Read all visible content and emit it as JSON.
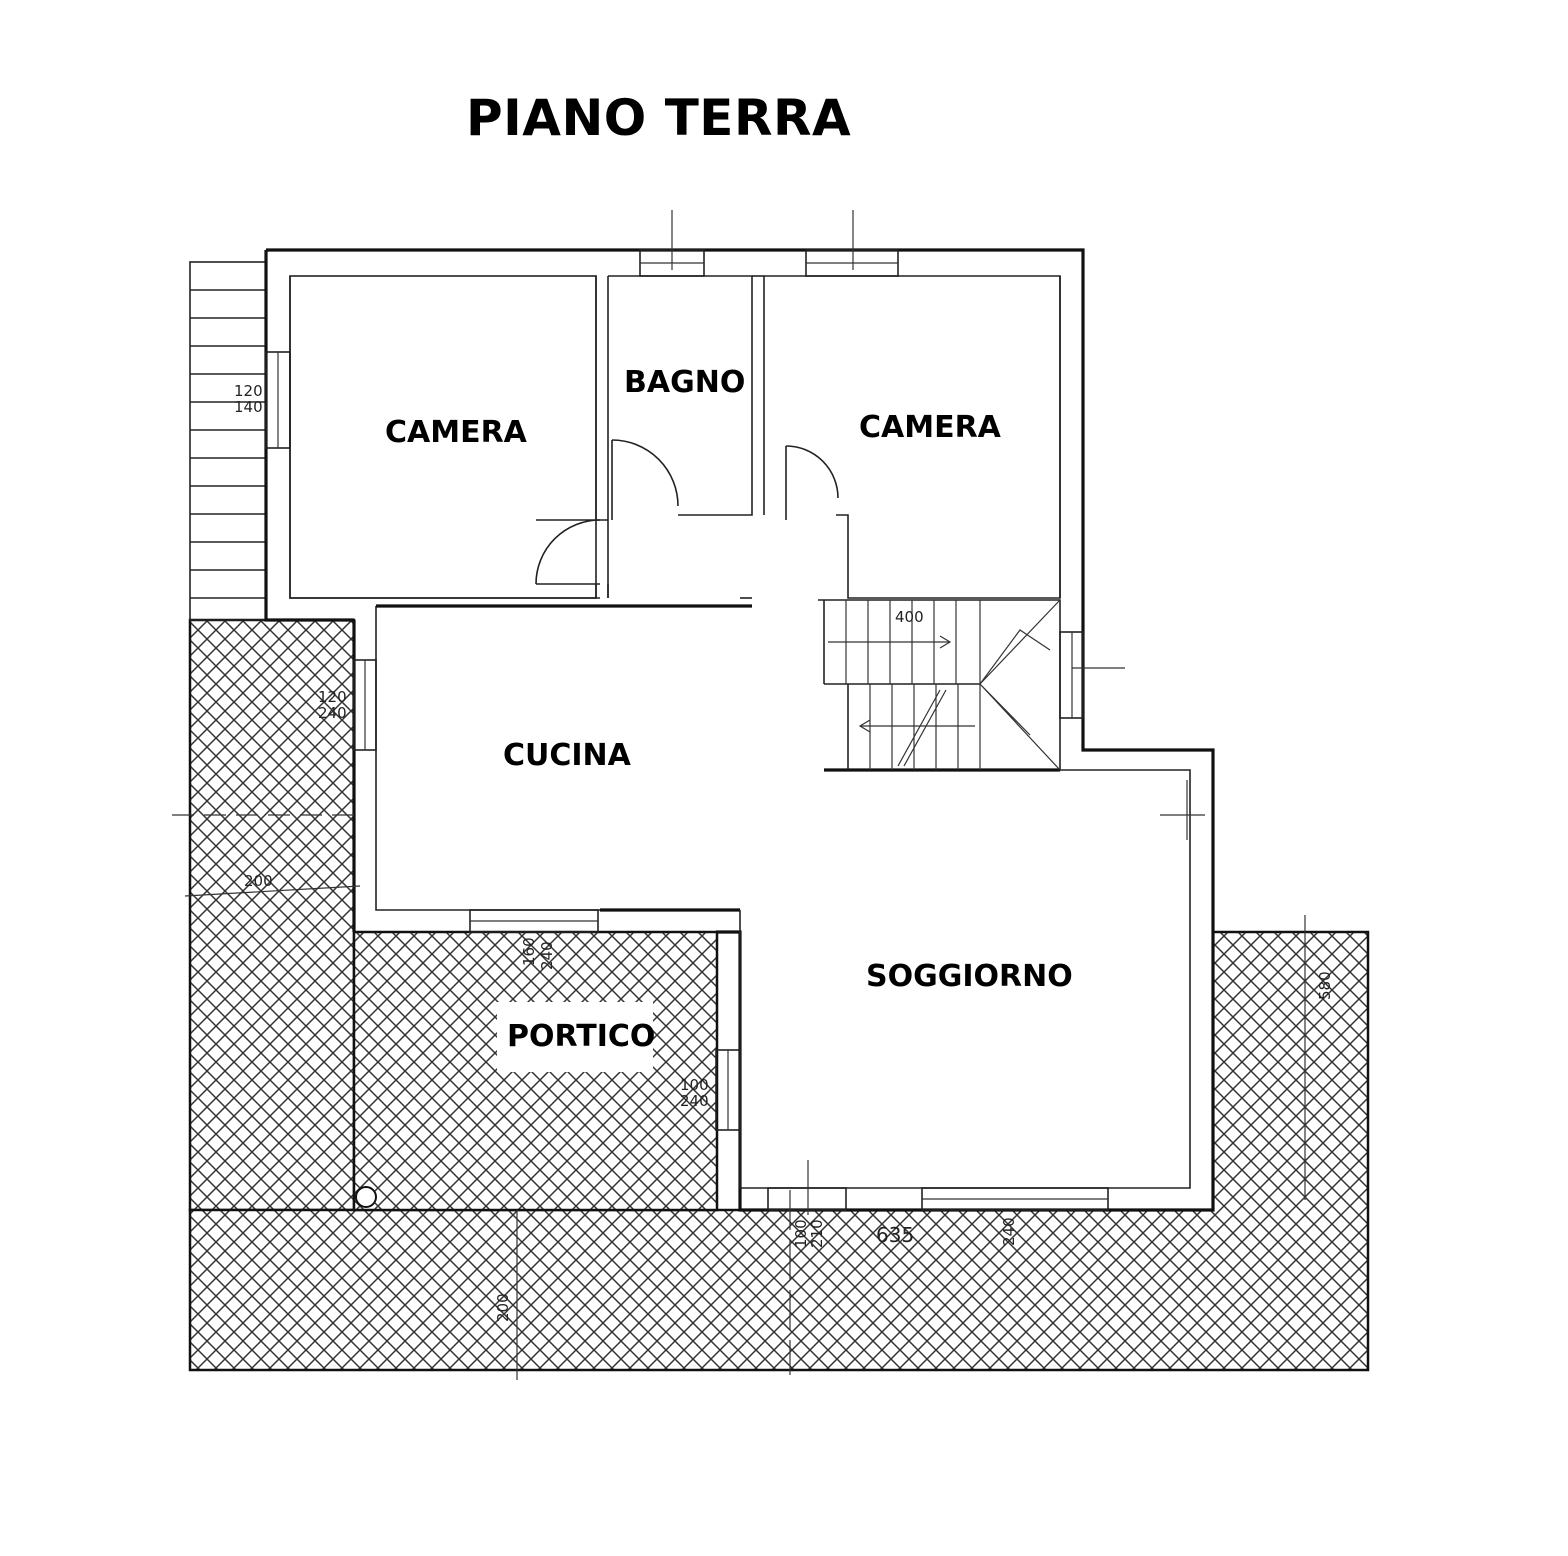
{
  "title": "PIANO TERRA",
  "rooms": {
    "camera_left": "CAMERA",
    "bagno": "BAGNO",
    "camera_right": "CAMERA",
    "cucina": "CUCINA",
    "soggiorno": "SOGGIORNO",
    "portico": "PORTICO"
  },
  "dimensions": {
    "window_camera_left_1": "120",
    "window_camera_left_2": "140",
    "stair_400": "400",
    "window_cucina_1": "120",
    "window_cucina_2": "240",
    "terrace_left_200": "200",
    "window_portico_1": "160",
    "window_portico_2": "240",
    "door_soggiorno_1": "100",
    "door_soggiorno_2": "240",
    "door_bottom_1": "100",
    "door_bottom_2": "210",
    "bottom_635": "635",
    "window_bottom_240": "240",
    "terrace_bottom_200": "200",
    "terrace_right_580": "580"
  },
  "colors": {
    "line": "#111111",
    "background": "#ffffff"
  }
}
